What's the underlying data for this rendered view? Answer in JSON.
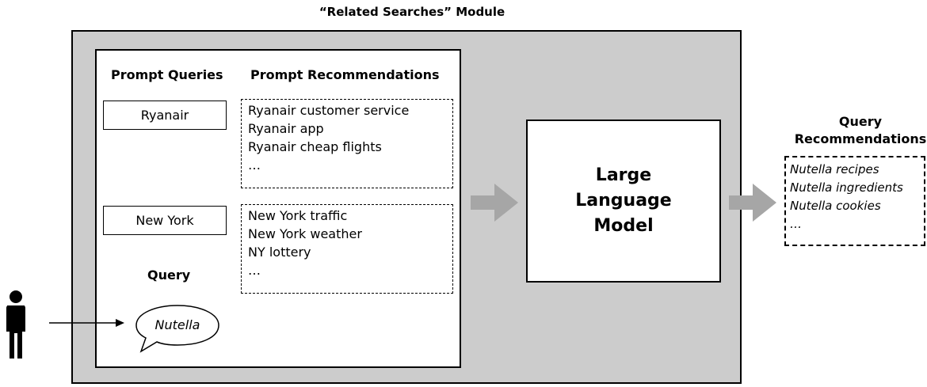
{
  "module_title": "“Related Searches” Module",
  "prompt_queries_header": "Prompt Queries",
  "prompt_recommendations_header": "Prompt Recommendations",
  "examples": [
    {
      "query": "Ryanair",
      "recommendations": [
        "Ryanair customer service",
        "Ryanair app",
        "Ryanair cheap flights",
        "…"
      ]
    },
    {
      "query": "New York",
      "recommendations": [
        "New York traffic",
        "New York weather",
        "NY lottery",
        "…"
      ]
    }
  ],
  "query_header": "Query",
  "user_query": "Nutella",
  "model": {
    "line1": "Large",
    "line2": "Language",
    "line3": "Model"
  },
  "output": {
    "header_line1": "Query",
    "header_line2": "Recommendations",
    "items": [
      "Nutella recipes",
      "Nutella ingredients",
      "Nutella cookies",
      "…"
    ]
  },
  "icons": {
    "user": "person-icon",
    "speech": "speech-bubble-icon",
    "flow_arrow": "block-arrow-right-icon"
  },
  "colors": {
    "module_background": "#cccccc",
    "block_arrow": "#a6a6a6"
  }
}
